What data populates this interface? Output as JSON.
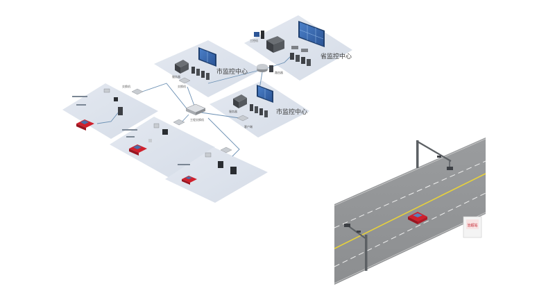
{
  "network": {
    "provincial_center": "省监控中心",
    "city_center_top": "市监控中心",
    "city_center_mid": "市监控中心",
    "gateway_label": "工程交换机",
    "small_labels": [
      "工控机",
      "交换机",
      "服务器",
      "存储",
      "客户端",
      "防火墙",
      "路由器"
    ]
  },
  "road": {
    "sign_text": "治超站"
  }
}
